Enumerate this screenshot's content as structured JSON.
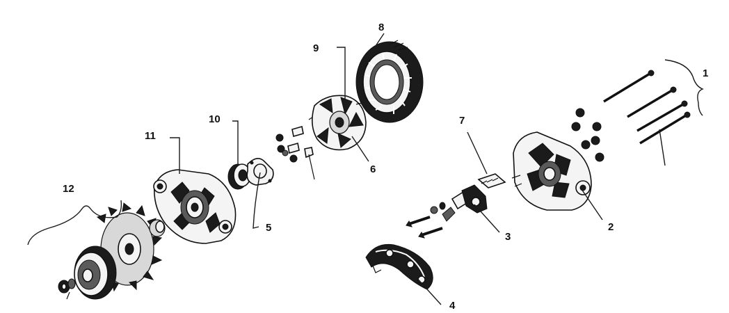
{
  "labels": {
    "p1": "1",
    "p2": "2",
    "p3": "3",
    "p4": "4",
    "p5": "5",
    "p6": "6",
    "p7": "7",
    "p8": "8",
    "p9": "9",
    "p10": "10",
    "p11": "11",
    "p12": "12"
  }
}
